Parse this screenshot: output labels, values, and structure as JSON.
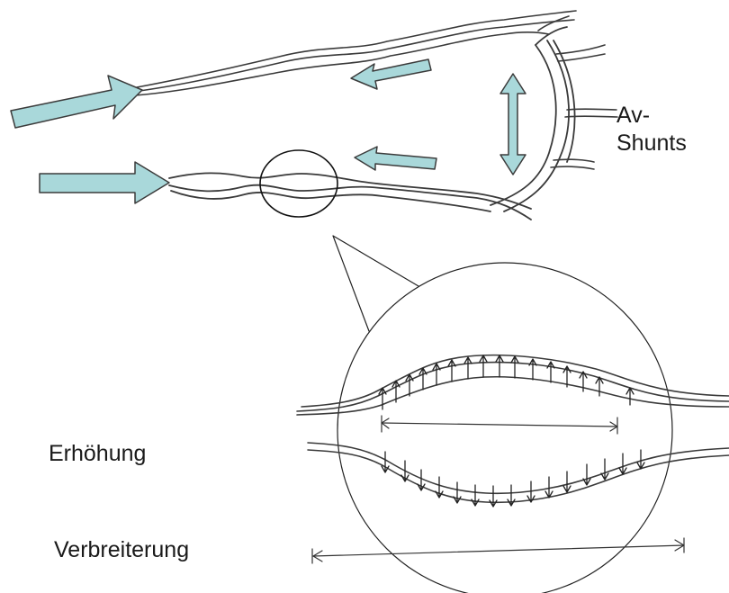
{
  "labels": {
    "av_line1": "Av-",
    "av_line2": "Shunts",
    "erhoehung": "Erhöhung",
    "verbreiterung": "Verbreiterung"
  },
  "colors": {
    "arrow_fill": "#a9d8da",
    "arrow_stroke": "#3b3b3b",
    "vessel_stroke": "#3a3a3a"
  }
}
